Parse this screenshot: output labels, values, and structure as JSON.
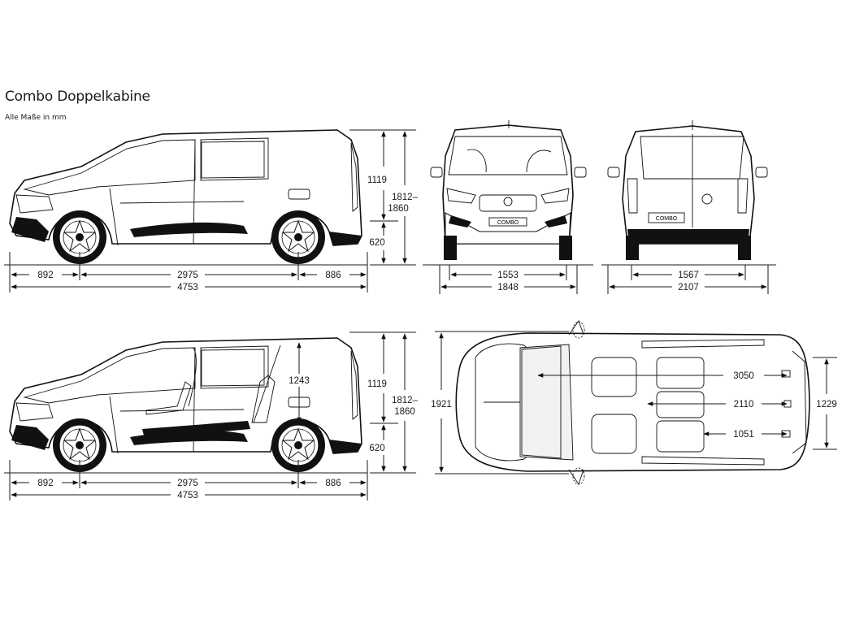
{
  "header": {
    "title": "Combo Doppelkabine",
    "subtitle": "Alle Maße in mm"
  },
  "badge": {
    "text": "COMBO"
  },
  "side_top": {
    "front_overhang": "892",
    "wheelbase": "2975",
    "rear_overhang": "886",
    "length": "4753",
    "body_height": "1119",
    "total_height": "1812–\n1860",
    "ground_height": "620"
  },
  "front": {
    "track": "1553",
    "width": "1848"
  },
  "rear": {
    "track": "1567",
    "width_mirrors": "2107"
  },
  "side_bottom": {
    "front_overhang": "892",
    "wheelbase": "2975",
    "rear_overhang": "886",
    "length": "4753",
    "body_height": "1119",
    "total_height": "1812–\n1860",
    "ground_height": "620",
    "interior_height": "1243"
  },
  "top": {
    "width_mirrors": "1921",
    "load_length_floor": "3050",
    "load_length_2nd_row": "2110",
    "load_length_3rd_row": "1051",
    "width_between_arches": "1229"
  }
}
